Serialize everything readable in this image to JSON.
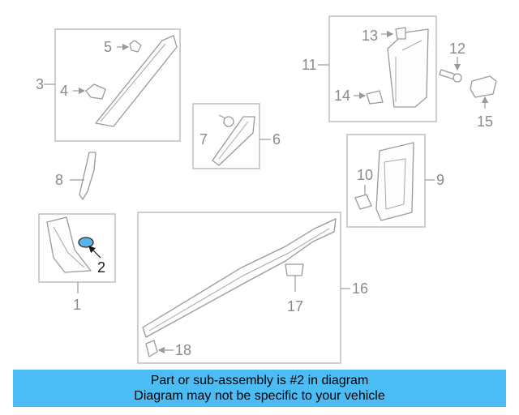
{
  "diagram": {
    "highlight_color": "#58b4e8",
    "callouts": {
      "c1": "1",
      "c2": "2",
      "c3": "3",
      "c4": "4",
      "c5": "5",
      "c6": "6",
      "c7": "7",
      "c8": "8",
      "c9": "9",
      "c10": "10",
      "c11": "11",
      "c12": "12",
      "c13": "13",
      "c14": "14",
      "c15": "15",
      "c16": "16",
      "c17": "17",
      "c18": "18"
    }
  },
  "banner": {
    "line1": "Part or sub-assembly is #2 in diagram",
    "line2": "Diagram may not be specific to your vehicle",
    "color": "#4cbcf5"
  }
}
